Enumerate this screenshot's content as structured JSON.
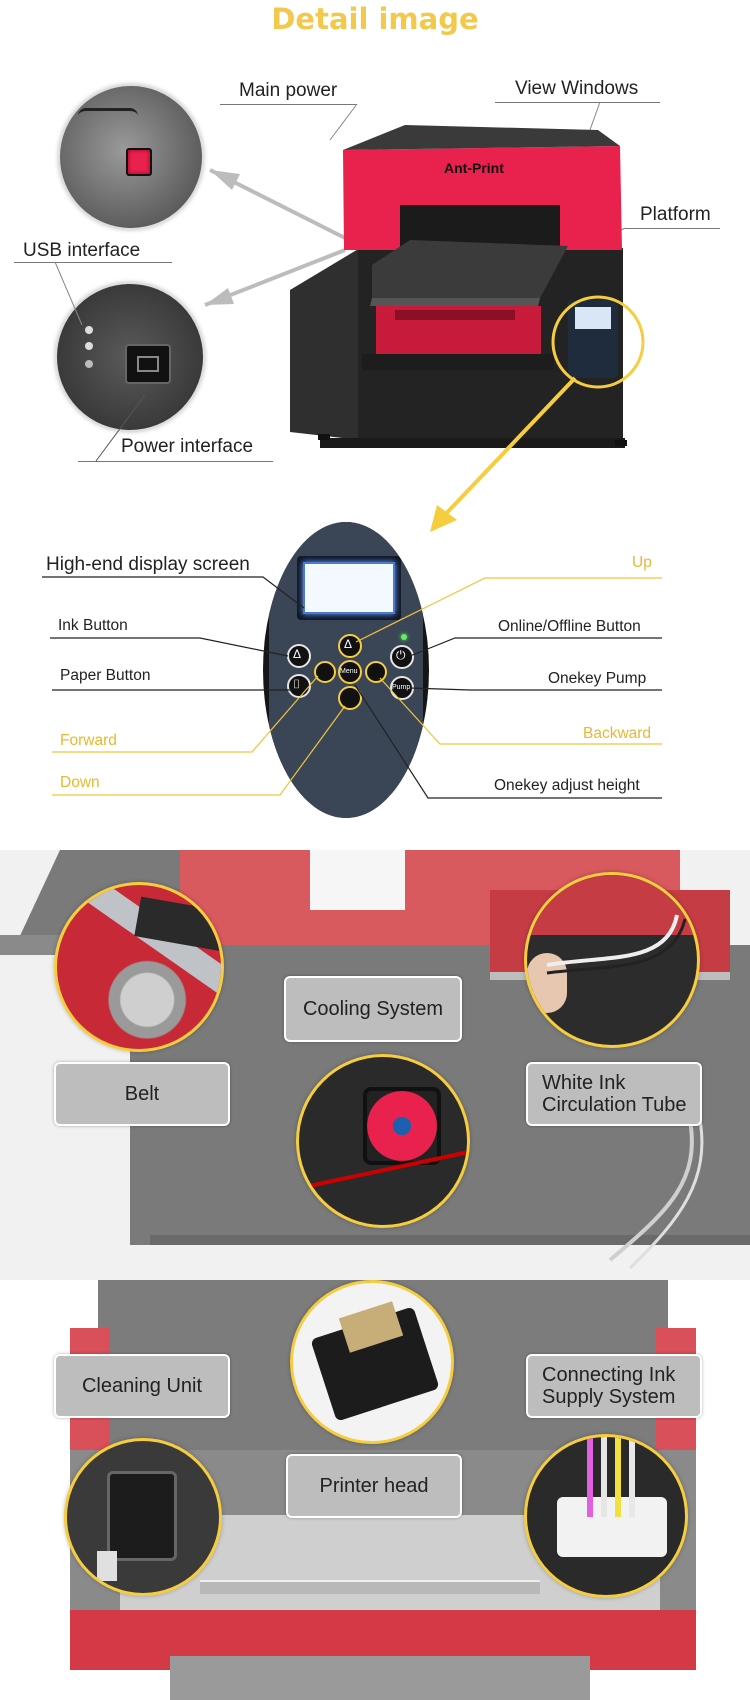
{
  "header": {
    "title": "Detail image"
  },
  "overview": {
    "brand": "Ant-Print",
    "labels": {
      "main_power": "Main power",
      "view_windows": "View Windows",
      "platform": "Platform",
      "usb_interface": "USB interface",
      "power_interface": "Power interface"
    }
  },
  "control_panel": {
    "display": "High-end display screen",
    "ink_button": "Ink Button",
    "paper_button": "Paper Button",
    "forward": "Forward",
    "down": "Down",
    "up": "Up",
    "online_offline": "Online/Offline Button",
    "onekey_pump": "Onekey Pump",
    "backward": "Backward",
    "onekey_adjust": "Onekey adjust height",
    "key_glyphs": {
      "ink": "Δ",
      "paper": "⌷",
      "up": "Δ",
      "online": "⏻",
      "pump": "Pump",
      "menu": "Menu"
    }
  },
  "components_top": {
    "cooling": "Cooling System",
    "belt": "Belt",
    "white_ink_line1": "White Ink",
    "white_ink_line2": "Circulation Tube"
  },
  "components_bottom": {
    "cleaning": "Cleaning Unit",
    "connecting_line1": "Connecting Ink",
    "connecting_line2": "Supply System",
    "printer_head": "Printer head"
  },
  "colors": {
    "accent_yellow": "#f2c94c",
    "printer_red": "#e8214d",
    "printer_black": "#2a2a2a",
    "pill_gray": "#bdbdbd"
  }
}
